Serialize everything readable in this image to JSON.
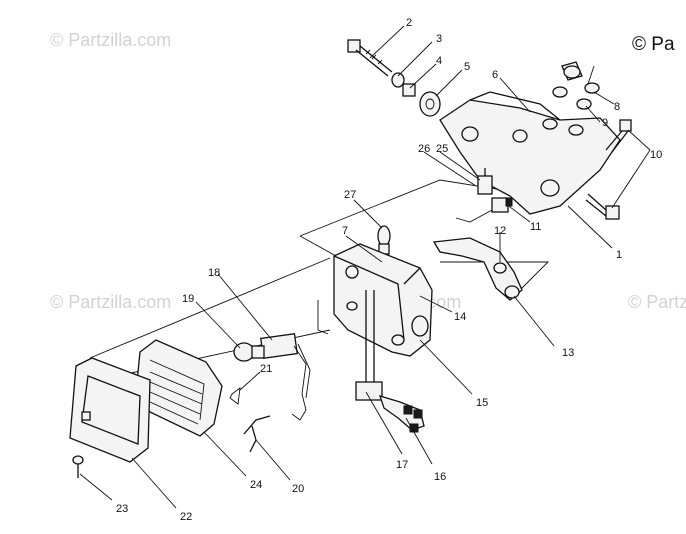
{
  "watermark": "© Partzilla.com",
  "copyright": "© Pa",
  "callouts": [
    "1",
    "2",
    "3",
    "4",
    "5",
    "6",
    "7",
    "8",
    "9",
    "10",
    "11",
    "12",
    "13",
    "14",
    "15",
    "16",
    "17",
    "18",
    "19",
    "20",
    "21",
    "22",
    "23",
    "24",
    "25",
    "26",
    "27"
  ]
}
